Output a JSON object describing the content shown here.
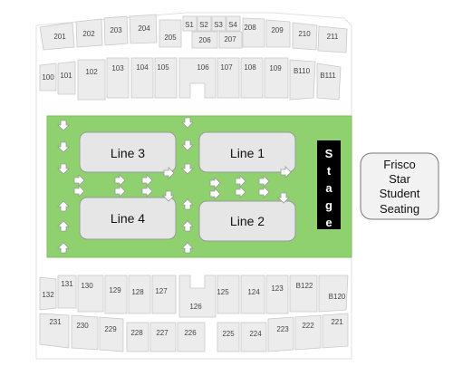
{
  "upper_north_sections": [
    "201",
    "202",
    "203",
    "204",
    "205",
    "S1",
    "S2",
    "S3",
    "S4",
    "206",
    "207",
    "208",
    "209",
    "210",
    "211"
  ],
  "lower_north_sections": [
    "100",
    "101",
    "102",
    "103",
    "104",
    "105",
    "106",
    "107",
    "108",
    "109",
    "B110",
    "B111"
  ],
  "lower_south_sections": [
    "132",
    "131",
    "130",
    "129",
    "128",
    "127",
    "126",
    "125",
    "124",
    "123",
    "B122",
    "B120"
  ],
  "upper_south_sections": [
    "231",
    "230",
    "229",
    "228",
    "227",
    "226",
    "225",
    "224",
    "223",
    "222",
    "221"
  ],
  "lines": [
    "Line 3",
    "Line 1",
    "Line 4",
    "Line 2"
  ],
  "stage_letters": [
    "S",
    "t",
    "a",
    "g",
    "e"
  ],
  "student_seating": [
    "Frisco",
    "Star",
    "Student",
    "Seating"
  ],
  "colors": {
    "field": "#8ed16e",
    "section": "#ececec",
    "stage": "#000000"
  }
}
